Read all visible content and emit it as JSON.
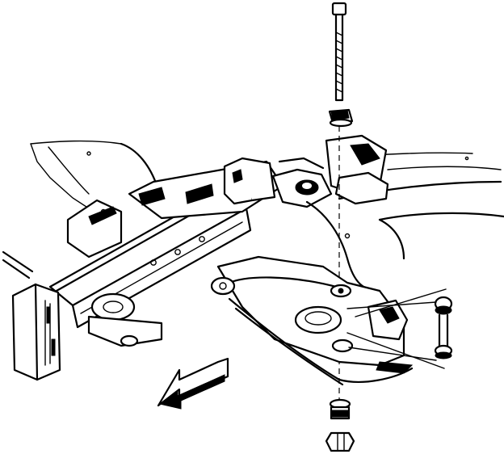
{
  "figure": {
    "caption": "",
    "ink_color": "#000000",
    "paper_color": "#ffffff",
    "parts": [
      {
        "name": "long-bolt",
        "label": ""
      },
      {
        "name": "upper-washer-bushing",
        "label": ""
      },
      {
        "name": "frame-rail",
        "label": ""
      },
      {
        "name": "crossmember",
        "label": ""
      },
      {
        "name": "lower-control-arm",
        "label": ""
      },
      {
        "name": "ball-joint",
        "label": ""
      },
      {
        "name": "link-bolt",
        "label": ""
      },
      {
        "name": "lower-washer-bushing",
        "label": ""
      },
      {
        "name": "nut",
        "label": ""
      },
      {
        "name": "front-direction-arrow",
        "label": ""
      }
    ]
  }
}
